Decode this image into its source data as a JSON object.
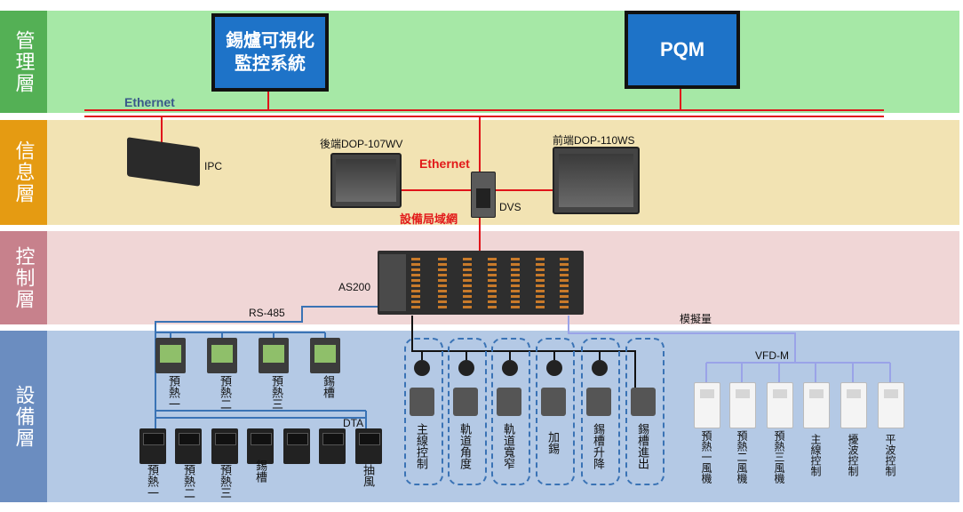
{
  "layers": {
    "management": "管理層",
    "information": "信息層",
    "control": "控制層",
    "equipment": "設備層"
  },
  "colors": {
    "management_band": "#a6e8a6",
    "management_label": "#54b055",
    "information_band": "#f2e3b3",
    "information_label": "#e59b12",
    "control_band": "#f0d6d6",
    "control_label": "#c7818c",
    "equipment_band": "#b4c9e5",
    "equipment_label": "#6b8dc0",
    "ethernet_line": "#e0141a",
    "rs485_line": "#3a73b5",
    "system_box": "#1e73c8"
  },
  "management": {
    "system1": "錫爐可視化\n監控系統",
    "system2": "PQM",
    "ethernet": "Ethernet"
  },
  "information": {
    "ipc": "IPC",
    "rear_hmi": "後端DOP-107WV",
    "front_hmi": "前端DOP-110WS",
    "ethernet": "Ethernet",
    "dvs": "DVS",
    "lan": "設備局域網"
  },
  "control": {
    "plc": "AS200",
    "rs485": "RS-485",
    "analog": "模擬量"
  },
  "equipment": {
    "meters": [
      "預熱一",
      "預熱二",
      "預熱三",
      "錫槽"
    ],
    "dta": "DTA",
    "controllers": [
      "預熱一",
      "預熱二",
      "預熱三",
      "錫槽",
      "抽風"
    ],
    "servos": [
      "主線控制",
      "軌道角度",
      "軌道寬窄",
      "加錫",
      "錫槽升降",
      "錫槽進出"
    ],
    "vfd": "VFD-M",
    "vfds": [
      "預熱一風機",
      "預熱二風機",
      "預熱三風機",
      "主線控制",
      "擾波控制",
      "平波控制"
    ]
  }
}
